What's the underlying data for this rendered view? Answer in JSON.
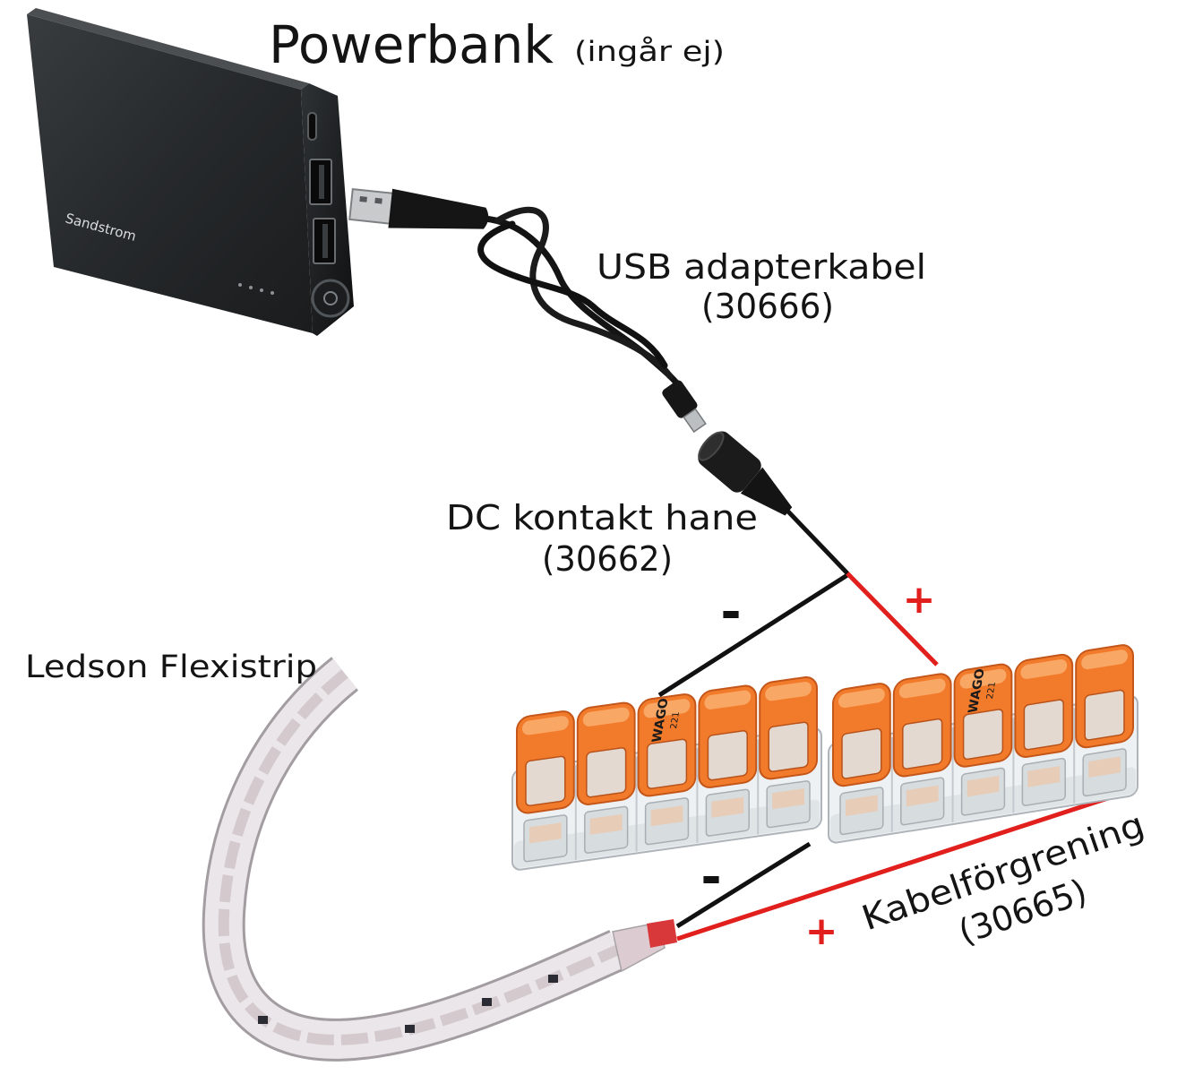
{
  "powerbank": {
    "title": "Powerbank",
    "note": "(ingår ej)",
    "logo": "Sandstrom"
  },
  "usb_cable": {
    "label": "USB adapterkabel",
    "code": "(30666)"
  },
  "dc_connector": {
    "label": "DC kontakt hane",
    "code": "(30662)"
  },
  "led_strip": {
    "label": "Ledson Flexistrip"
  },
  "cable_splitter": {
    "label": "Kabelförgrening",
    "code": "(30665)",
    "logo": "WAGO",
    "model": "221"
  },
  "polarity": {
    "negative": "-",
    "positive": "+"
  },
  "colors": {
    "positive_wire": "#e11f1d",
    "negative_wire": "#111111",
    "lever": "#f27b2b",
    "powerbank": "#26292b",
    "strip": "#ebe6ea"
  }
}
